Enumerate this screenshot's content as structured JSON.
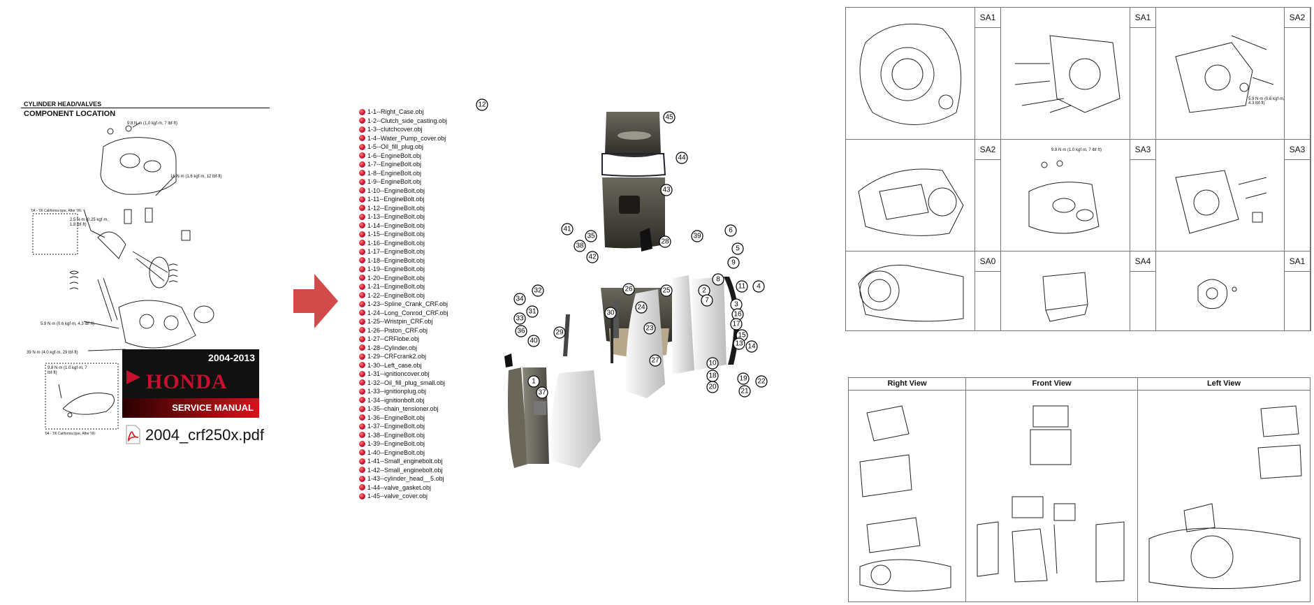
{
  "manual": {
    "section": "CYLINDER HEAD/VALVES",
    "title": "COMPONENT LOCATION",
    "torques": [
      "9.8 N·m (1.0 kgf·m, 7 lbf·ft)",
      "16 N·m (1.6 kgf·m, 12 lbf·ft)",
      "2.5 N·m (0.25 kgf·m, 1.8 lbf·ft)",
      "5.9 N·m (0.6 kgf·m, 4.3 lbf·ft)",
      "39 N·m (4.0 kgf·m, 29 lbf·ft)",
      "9.8 N·m (1.0 kgf·m, 7 lbf·ft)"
    ],
    "note_top": "'04 - '06 California type, After '06:",
    "note_bottom": "'04 - '06 California type, After '06:"
  },
  "cover": {
    "years": "2004-2013",
    "brand": "HONDA",
    "service": "SERVICE MANUAL"
  },
  "pdf": {
    "filename": "2004_crf250x.pdf",
    "icon": "pdf-file-icon"
  },
  "parts_list": [
    "1-1--Right_Case.obj",
    "1-2--Clutch_side_casting.obj",
    "1-3--clutchcover.obj",
    "1-4--Water_Pump_cover.obj",
    "1-5--Oil_fill_plug.obj",
    "1-6--EngineBolt.obj",
    "1-7--EngineBolt.obj",
    "1-8--EngineBolt.obj",
    "1-9--EngineBolt.obj",
    "1-10--EngineBolt.obj",
    "1-11--EngineBolt.obj",
    "1-12--EngineBolt.obj",
    "1-13--EngineBolt.obj",
    "1-14--EngineBolt.obj",
    "1-15--EngineBolt.obj",
    "1-16--EngineBolt.obj",
    "1-17--EngineBolt.obj",
    "1-18--EngineBolt.obj",
    "1-19--EngineBolt.obj",
    "1-20--EngineBolt.obj",
    "1-21--EngineBolt.obj",
    "1-22--EngineBolt.obj",
    "1-23--Spline_Crank_CRF.obj",
    "1-24--Long_Conrod_CRF.obj",
    "1-25--Wristpin_CRF.obj",
    "1-26--Piston_CRF.obj",
    "1-27--CRFlobe.obj",
    "1-28--Cylinder.obj",
    "1-29--CRFcrank2.obj",
    "1-30--Left_case.obj",
    "1-31--ignitioncover.obj",
    "1-32--Oil_fill_plug_small.obj",
    "1-33--ignitionplug.obj",
    "1-34--ignitionbolt.obj",
    "1-35--chain_tensioner.obj",
    "1-36--EngineBolt.obj",
    "1-37--EngineBolt.obj",
    "1-38--EngineBolt.obj",
    "1-39--EngineBolt.obj",
    "1-40--EngineBolt.obj",
    "1-41--Small_enginebolt.obj",
    "1-42--Small_enginebolt.obj",
    "1-43--cylinder_head__5.obj",
    "1-44--valve_gasket.obj",
    "1-45--valve_cover.obj"
  ],
  "callouts": [
    "45",
    "44",
    "43",
    "41",
    "35",
    "38",
    "42",
    "28",
    "26",
    "25",
    "32",
    "34",
    "33",
    "31",
    "36",
    "40",
    "30",
    "29",
    "24",
    "23",
    "27",
    "1",
    "37",
    "39",
    "6",
    "5",
    "9",
    "8",
    "2",
    "7",
    "11",
    "4",
    "3",
    "16",
    "17",
    "15",
    "13",
    "14",
    "10",
    "18",
    "19",
    "20",
    "21",
    "22",
    "12"
  ],
  "subassemblies": [
    {
      "tag": "SA1"
    },
    {
      "tag": "SA1"
    },
    {
      "tag": "SA2",
      "note": "5.9 N·m (0.6 kgf·m, 4.3 lbf·ft)"
    },
    {
      "tag": "SA2"
    },
    {
      "tag": "SA3",
      "note": "9.8 N·m (1.0 kgf·m, 7 lbf·ft)"
    },
    {
      "tag": "SA3"
    },
    {
      "tag": "SA0"
    },
    {
      "tag": "SA4"
    },
    {
      "tag": "SA1"
    }
  ],
  "views": {
    "right": "Right View",
    "front": "Front View",
    "left": "Left View"
  },
  "colors": {
    "arrow": "#d24a4a",
    "honda_red": "#c8102e",
    "part_dark": "#4a4842",
    "part_light": "#e6e6e6"
  }
}
